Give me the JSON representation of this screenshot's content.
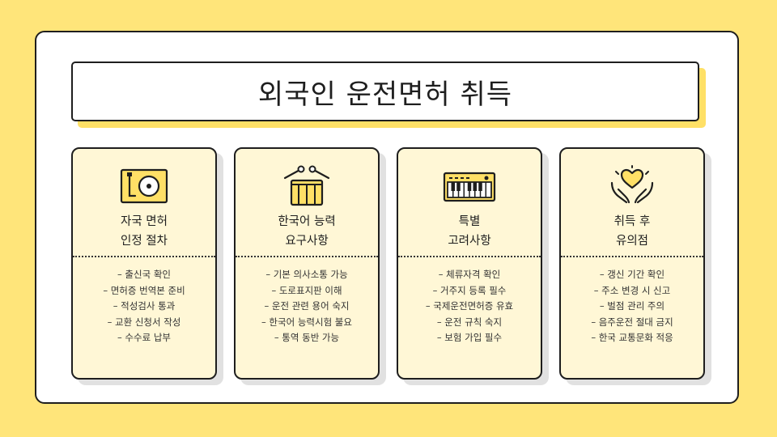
{
  "title": "외국인 운전면허 취득",
  "colors": {
    "background": "#FFE57A",
    "accent": "#FFE066",
    "card_fill": "#FFF7D6",
    "outline": "#1E1E1E"
  },
  "cards": [
    {
      "icon": "turntable-icon",
      "heading": [
        "자국 면허",
        "인정 절차"
      ],
      "items": [
        "– 출신국 확인",
        "– 면허증 번역본 준비",
        "– 적성검사 통과",
        "– 교환 신청서 작성",
        "– 수수료 납부"
      ]
    },
    {
      "icon": "drum-icon",
      "heading": [
        "한국어 능력",
        "요구사항"
      ],
      "items": [
        "– 기본 의사소통 가능",
        "– 도로표지판 이해",
        "– 운전 관련 용어 숙지",
        "– 한국어 능력시험 불요",
        "– 통역 동반 가능"
      ]
    },
    {
      "icon": "keyboard-icon",
      "heading": [
        "특별",
        "고려사항"
      ],
      "items": [
        "– 체류자격 확인",
        "– 거주지 등록 필수",
        "– 국제운전면허증 유효",
        "– 운전 규칙 숙지",
        "– 보험 가입 필수"
      ]
    },
    {
      "icon": "heart-hands-icon",
      "heading": [
        "취득 후",
        "유의점"
      ],
      "items": [
        "– 갱신 기간 확인",
        "– 주소 변경 시 신고",
        "– 벌점 관리 주의",
        "– 음주운전 절대 금지",
        "– 한국 교통문화 적응"
      ]
    }
  ]
}
